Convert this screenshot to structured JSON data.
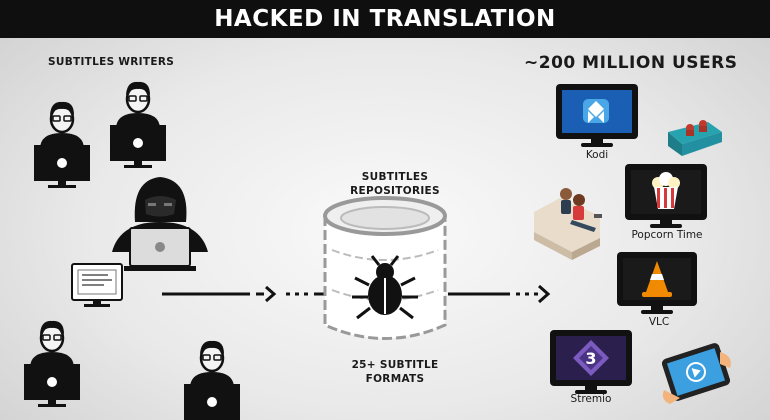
{
  "header": {
    "title": "HACKED IN TRANSLATION"
  },
  "left": {
    "writers_label": "SUBTITLES WRITERS"
  },
  "center": {
    "repos_line1": "SUBTITLES",
    "repos_line2": "REPOSITORIES",
    "formats_line1": "25+ SUBTITLE",
    "formats_line2": "FORMATS"
  },
  "right": {
    "users_label": "~200 MILLION USERS",
    "players": [
      "Kodi",
      "Popcorn Time",
      "VLC",
      "Stremio"
    ]
  },
  "colors": {
    "kodi_screen": "#1a5fb4",
    "stremio_screen": "#2a1f4d",
    "vlc_cone": "#f08a00",
    "bug": "#111111"
  },
  "icons": [
    "hacker-icon",
    "computer-user-icon",
    "database-icon",
    "bug-icon",
    "kodi-logo-icon",
    "popcorn-icon",
    "vlc-cone-icon",
    "stremio-logo-icon",
    "couch-people-icon",
    "theater-seats-icon",
    "tablet-icon"
  ]
}
